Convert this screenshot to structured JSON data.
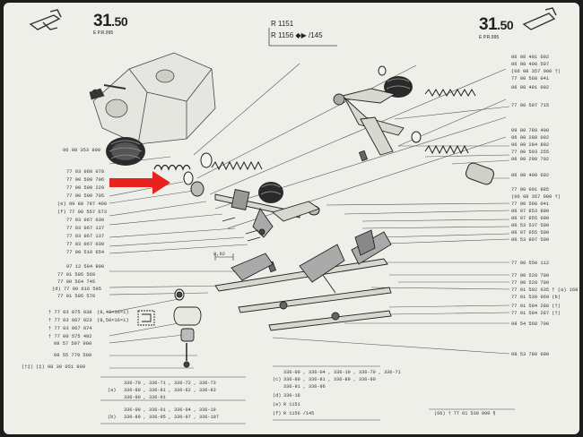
{
  "header": {
    "page_left": "31",
    "page_left_suffix": ".50",
    "sub_left": "E        P.R.995",
    "ref_line1": "R 1151",
    "ref_line2": "R 1156 ◆▶ /145",
    "page_right": "31",
    "page_right_suffix": ".50",
    "sub_right": "E        P.R.995"
  },
  "left_parts": [
    "06 08 353 800",
    "77 03 068 078",
    "77 00 500 706",
    "77 00 500 229",
    "77 00 500 705",
    "(e) 09 80 787 400",
    "(f) 77 00 557 673",
    "77 03 067 030",
    "77 03 067 137",
    "77 03 067 137",
    "77 03 067 030",
    "77 00 510 654"
  ],
  "left_group_c": [
    "97 12 594 800",
    "77 01 505 569",
    "77 00 564 745",
    "(d) 77 00 616 595",
    "77 01 505 570"
  ],
  "left_group_bottom": [
    "† 77 03 075 038",
    "† 77 03 067 023",
    "† 77 03 067 074",
    "† 77 00 575 492",
    "08 57 597 900",
    "08 55 779 500",
    "(‡) 08 30 051 900"
  ],
  "left_notes": [
    "(8,40×16×1)",
    "(8,50×16×1)",
    "(†‡)"
  ],
  "dim_label": "8,92",
  "right_parts": [
    "06 08 401 602",
    "06 08 400 507",
    "(06 08 357 000 †)",
    "77 00 568 041",
    "06 08 401 002",
    "77 00 507 715",
    "09 80 788 400",
    "06 08 288 002",
    "06 08 284 802",
    "77 00 503 255",
    "06 08 298 702",
    "06 08 400 602",
    "77 00 001 885",
    "(06 08 357 000 †)",
    "77 00 568 041",
    "06 07 853 800",
    "06 07 855 000",
    "06 53 537 500",
    "06 07 655 500",
    "06 53 807 500",
    "77 00 550 112",
    "77 00 520 700",
    "77 00 520 709",
    "77 01 502 635 † (a) 168",
    "77 01 539 969 (b)",
    "77 01 504 288 (†)",
    "77 01 504 287 (†)",
    "08 54 568 700",
    "08 53 780 000"
  ],
  "legend_left": [
    "336-70 , 336-71 , 336-72 , 336-73",
    "336-80 , 336-81 , 336-82 , 336-83",
    "336-90 , 336-91",
    "336-00 , 336-01 , 336-04 , 336-19",
    "336-89 , 336-95 , 336-97 , 336-107"
  ],
  "legend_left_tags": [
    "(a)",
    "(b)"
  ],
  "legend_right": [
    "336-00 , 336-04 , 336-19 , 336-70 , 336-71",
    "336-80 , 336-81 , 336-89 , 336-90",
    "336-91 , 336-96",
    "336-18",
    "R 1151",
    "R 1156 /145"
  ],
  "legend_right_tags": [
    "(c)",
    "(d)",
    "(e)",
    "(f)"
  ],
  "footer_ref": "(66) † 77 01 539 999 §",
  "arrow_color": "#e8231f"
}
